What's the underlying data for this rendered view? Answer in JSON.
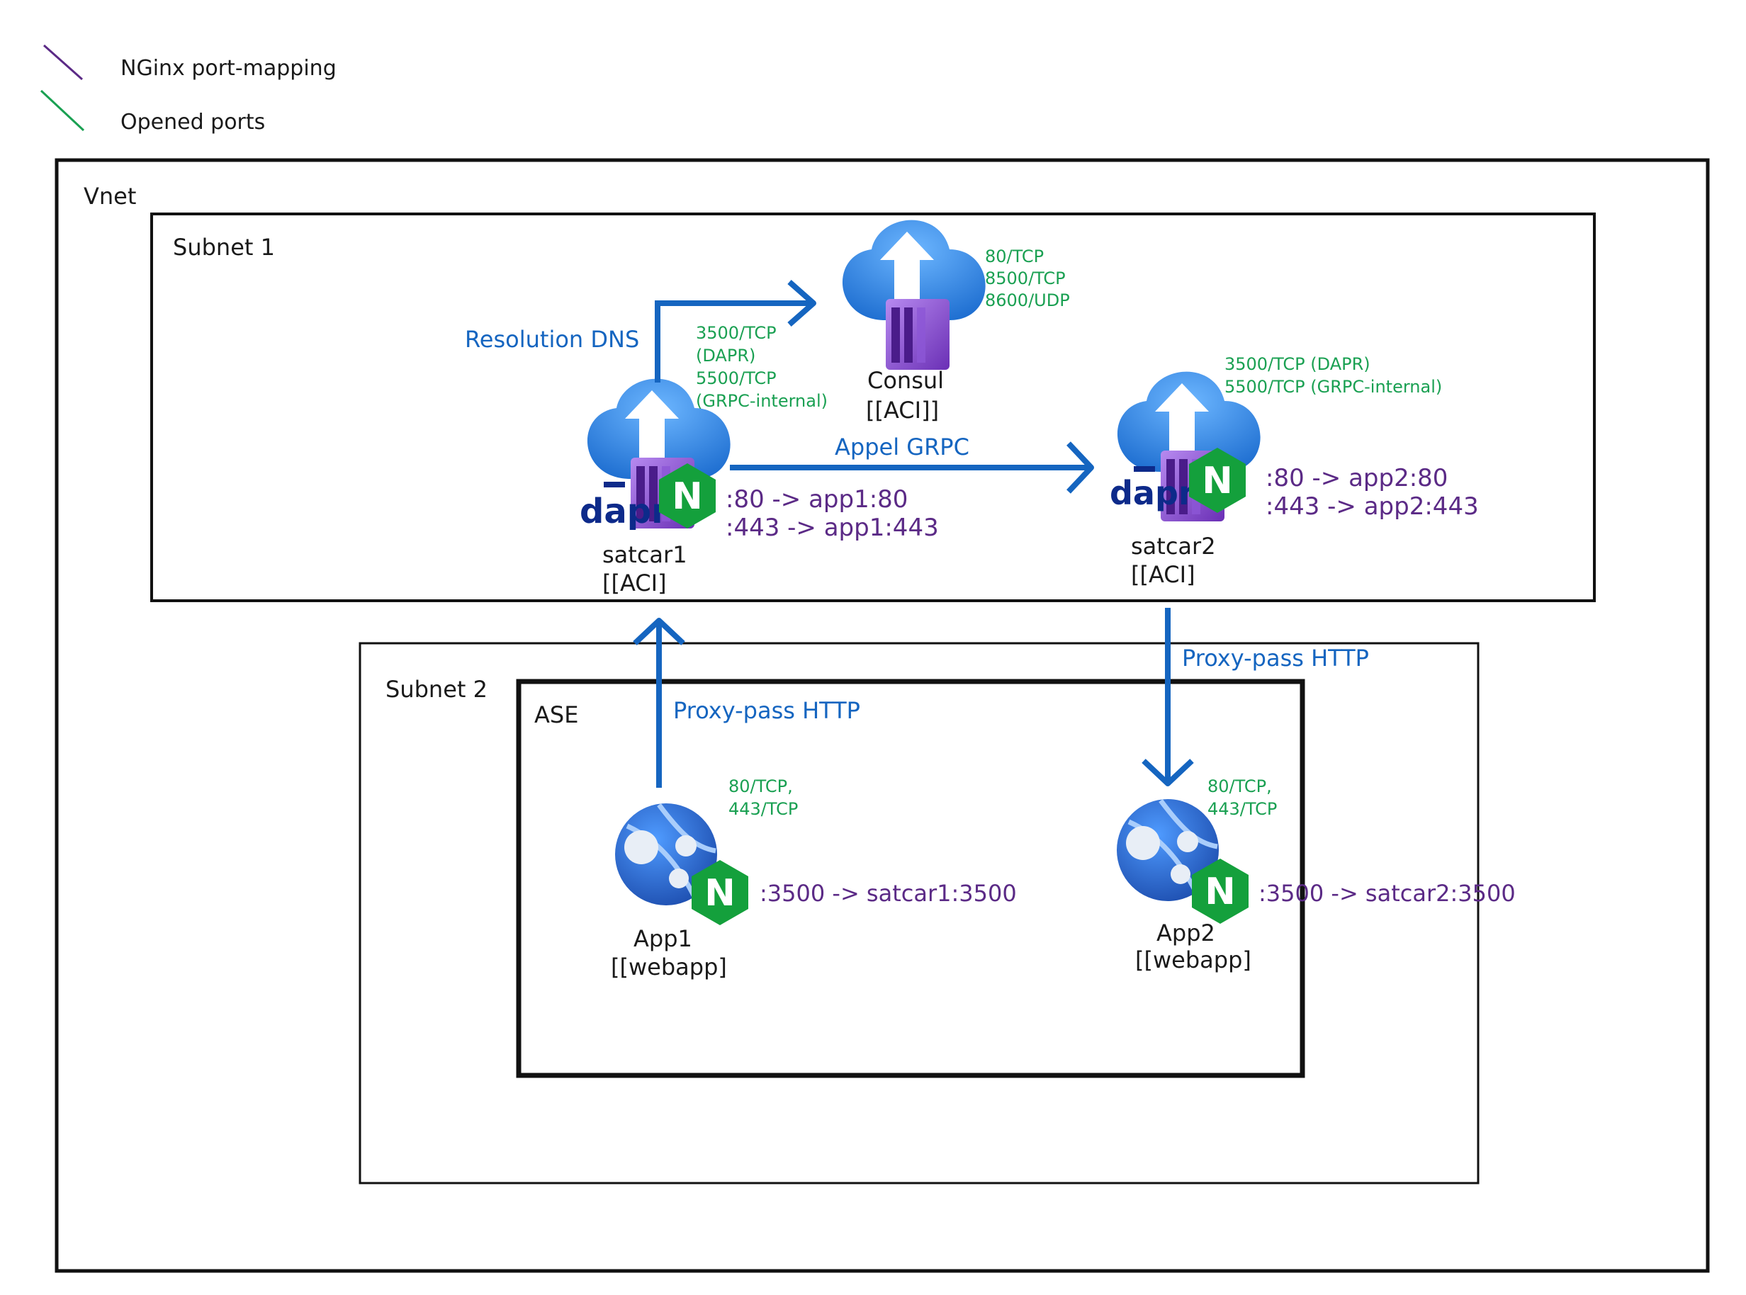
{
  "legend": {
    "items": [
      {
        "label": "NGinx port-mapping",
        "color": "#5b2a86"
      },
      {
        "label": "Opened ports",
        "color": "#1aa052"
      }
    ]
  },
  "zones": {
    "vnet": "Vnet",
    "subnet1": "Subnet 1",
    "subnet2": "Subnet 2",
    "ase": "ASE"
  },
  "nodes": {
    "consul": {
      "name": "Consul",
      "type": "[[ACI]]",
      "ports": [
        "80/TCP",
        "8500/TCP",
        "8600/UDP"
      ]
    },
    "satcar1": {
      "name": "satcar1",
      "type": "[[ACI]",
      "ports": [
        "3500/TCP",
        "(DAPR)",
        "5500/TCP",
        "(GRPC-internal)"
      ],
      "mapping": [
        ":80 -> app1:80",
        ":443 -> app1:443"
      ],
      "dapr_label": "dapr"
    },
    "satcar2": {
      "name": "satcar2",
      "type": "[[ACI]",
      "ports": [
        "3500/TCP (DAPR)",
        "5500/TCP (GRPC-internal)"
      ],
      "mapping": [
        ":80 -> app2:80",
        ":443 -> app2:443"
      ],
      "dapr_label": "dapr"
    },
    "app1": {
      "name": "App1",
      "type": "[[webapp]",
      "ports": [
        "80/TCP,",
        "443/TCP"
      ],
      "mapping": [
        ":3500 -> satcar1:3500"
      ]
    },
    "app2": {
      "name": "App2",
      "type": "[[webapp]",
      "ports": [
        "80/TCP,",
        "443/TCP"
      ],
      "mapping": [
        ":3500 -> satcar2:3500"
      ]
    }
  },
  "edges": {
    "dns": "Resolution DNS",
    "grpc": "Appel GRPC",
    "proxy1": "Proxy-pass HTTP",
    "proxy2": "Proxy-pass HTTP"
  },
  "nginx_letter": "N",
  "colors": {
    "arrow": "#1565c0",
    "nginx": "#14a03c",
    "cloud": "#3b8ee8",
    "container": "#7b3fc4",
    "webapp": "#2a6fd8"
  }
}
